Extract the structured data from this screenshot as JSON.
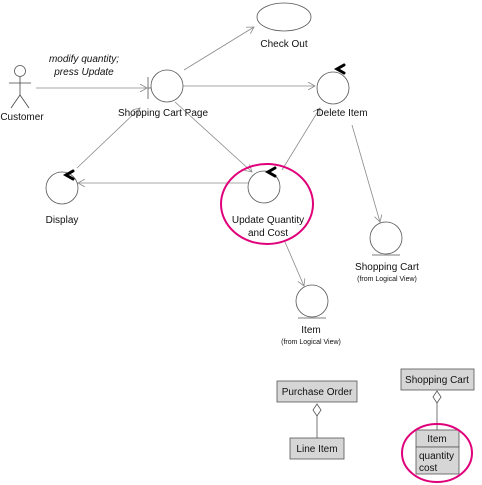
{
  "diagram": {
    "actor_customer": "Customer",
    "message_line1": "modify quantity;",
    "message_line2": "press Update",
    "node_checkout": "Check Out",
    "node_shopping_cart_page": "Shopping Cart Page",
    "node_delete_item": "Delete Item",
    "node_display": "Display",
    "node_update_line1": "Update Quantity",
    "node_update_line2": "and Cost",
    "node_shopping_cart_entity": "Shopping Cart",
    "node_shopping_cart_entity_sub": "(from Logical View)",
    "node_item_entity": "Item",
    "node_item_entity_sub": "(from Logical View)"
  },
  "classes": {
    "purchase_order": "Purchase Order",
    "line_item": "Line Item",
    "shopping_cart": "Shopping Cart",
    "item": "Item",
    "item_attr1": "quantity",
    "item_attr2": "cost"
  },
  "colors": {
    "highlight": "#e0007a",
    "class_fill": "#d6d6d6"
  }
}
